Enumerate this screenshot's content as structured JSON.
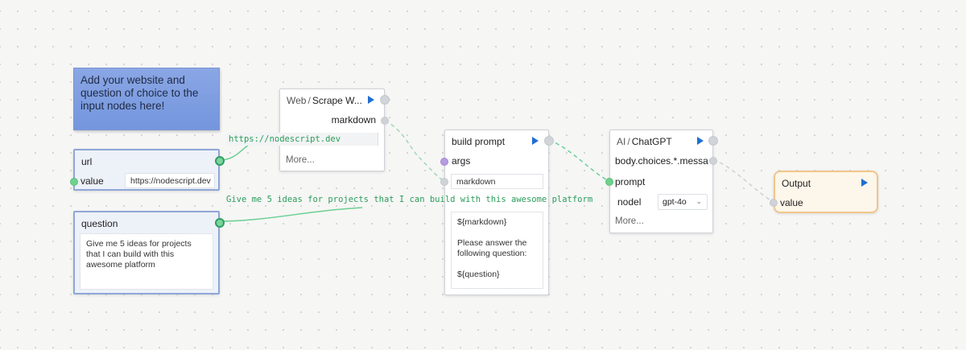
{
  "sticky_note": "Add your website and question of choice to the input nodes here!",
  "nodes": {
    "url": {
      "title": "url",
      "value_label": "value",
      "value": "https://nodescript.dev"
    },
    "question": {
      "title": "question",
      "value": "Give me 5 ideas for projects that I can build with this awesome platform"
    },
    "scrape": {
      "category": "Web",
      "separator": "/",
      "name": "Scrape W...",
      "output_label": "markdown",
      "more_label": "More..."
    },
    "build_prompt": {
      "title": "build prompt",
      "args_label": "args",
      "arg_field": "markdown",
      "template": "${markdown}\n\nPlease answer the\nfollowing question:\n\n${question}"
    },
    "chatgpt": {
      "category": "AI",
      "separator": "/",
      "name": "ChatGPT",
      "output_label": "body.choices.*.messa...",
      "prompt_label": "prompt",
      "model_label": "nodel",
      "model_value": "gpt-4o",
      "more_label": "More..."
    },
    "output": {
      "title": "Output",
      "value_label": "value"
    }
  },
  "wire_labels": {
    "url_link": "https://nodescript.dev",
    "question_link": "Give me 5 ideas for projects that I can build with this awesome platform"
  },
  "icons": {
    "play": "play-icon",
    "dropdown": "chevron-down-icon"
  },
  "colors": {
    "accent": "#1f6fd1",
    "wire_green": "#2a9d5a",
    "input_border": "#8fa7d6",
    "output_border": "#f0c68a"
  }
}
